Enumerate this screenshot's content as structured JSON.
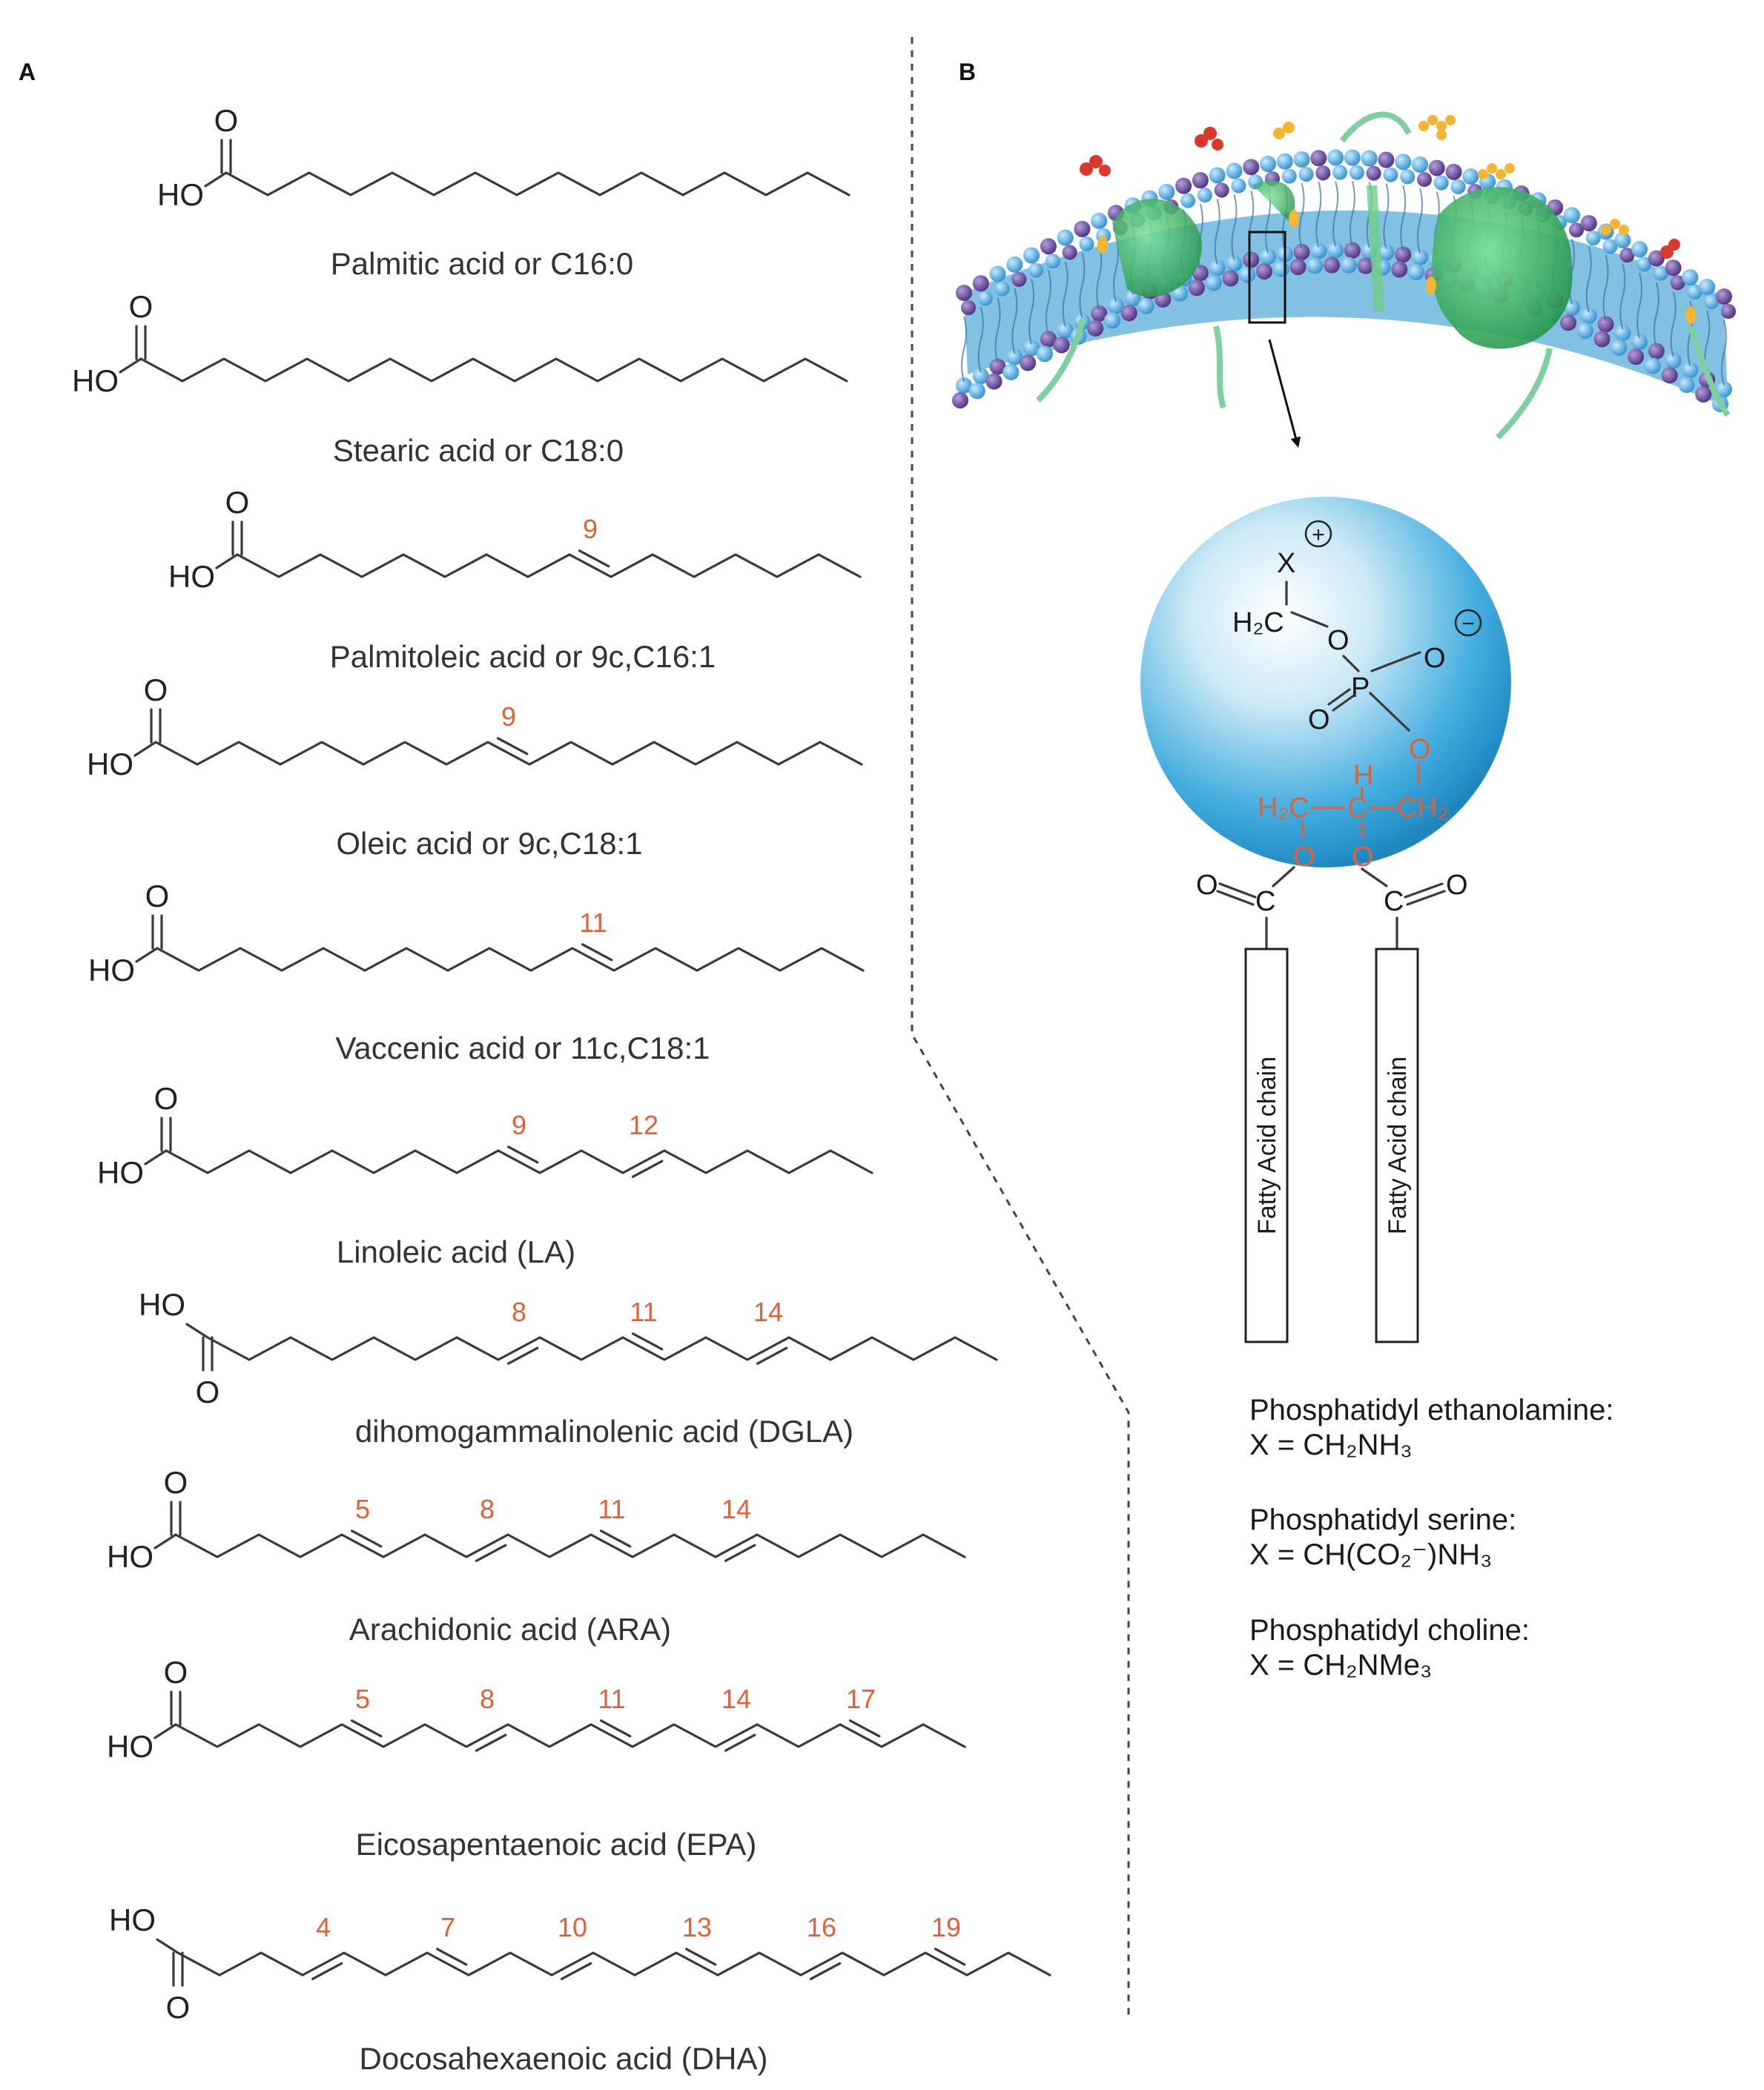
{
  "panels": {
    "a": "A",
    "b": "B"
  },
  "acids": [
    {
      "name": "Palmitic acid or C16:0",
      "orientation": "up",
      "double_bonds": []
    },
    {
      "name": "Stearic acid or C18:0",
      "orientation": "up",
      "double_bonds": []
    },
    {
      "name": "Palmitoleic acid or 9c,C16:1",
      "orientation": "up",
      "double_bonds": [
        9
      ]
    },
    {
      "name": "Oleic acid or 9c,C18:1",
      "orientation": "up",
      "double_bonds": [
        9
      ]
    },
    {
      "name": "Vaccenic acid or 11c,C18:1",
      "orientation": "up",
      "double_bonds": [
        11
      ]
    },
    {
      "name": "Linoleic acid (LA)",
      "orientation": "up",
      "double_bonds": [
        9,
        12
      ]
    },
    {
      "name": "dihomogammalinolenic acid (DGLA)",
      "orientation": "down",
      "double_bonds": [
        8,
        11,
        14
      ]
    },
    {
      "name": "Arachidonic acid (ARA)",
      "orientation": "up",
      "double_bonds": [
        5,
        8,
        11,
        14
      ]
    },
    {
      "name": "Eicosapentaenoic acid (EPA)",
      "orientation": "up",
      "double_bonds": [
        5,
        8,
        11,
        14,
        17
      ]
    },
    {
      "name": "Docosahexaenoic acid (DHA)",
      "orientation": "down",
      "double_bonds": [
        4,
        7,
        10,
        13,
        16,
        19
      ]
    }
  ],
  "chem": {
    "ho": "HO",
    "o": "O",
    "c": "C",
    "h": "H",
    "x": "X",
    "p": "P",
    "h2c": "H₂C",
    "ch2": "CH₂",
    "plus": "+",
    "minus": "−"
  },
  "phospholipid": {
    "chain_label": "Fatty Acid chain"
  },
  "legend": [
    {
      "name": "Phosphatidyl ethanolamine:",
      "formula": "X = CH₂NH₃"
    },
    {
      "name": "Phosphatidyl serine:",
      "formula": "X = CH(CO₂⁻)NH₃"
    },
    {
      "name": "Phosphatidyl choline:",
      "formula": "X = CH₂NMe₃"
    }
  ],
  "colors": {
    "membrane": "#5aa8d4",
    "head_blue": "#3f9fd8",
    "head_purple": "#6a4a9a",
    "protein": "#2fa85a",
    "highlight": "#e0603a"
  }
}
